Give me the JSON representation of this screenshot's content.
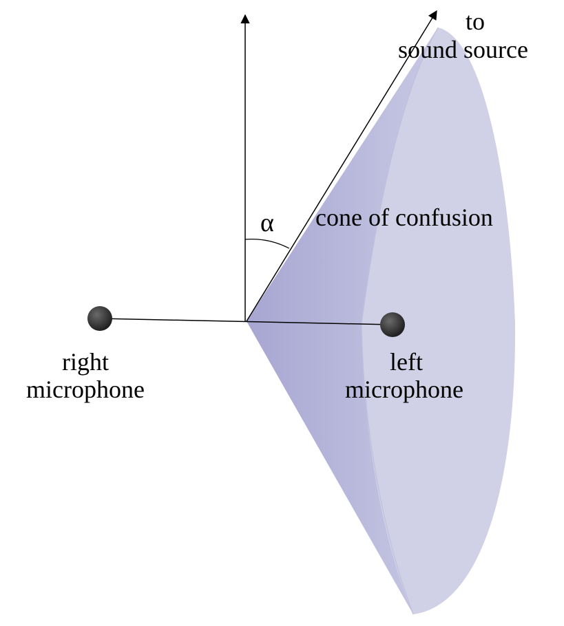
{
  "labels": {
    "to": "to",
    "sound_source": "sound source",
    "alpha": "α",
    "cone_of_confusion": "cone of confusion",
    "right_line1": "right",
    "right_line2": "microphone",
    "left_line1": "left",
    "left_line2": "microphone"
  },
  "colors": {
    "cone_side_dark": "#a6a6d2",
    "cone_side_light": "#c8c8e4",
    "cone_base": "#d0d0e6",
    "cone_base_edge": "#c0c0dc",
    "microphone": "#1a1a1a",
    "line": "#000000"
  },
  "icons": {
    "microphone": "sphere-dot",
    "axis_arrow": "arrowhead"
  }
}
